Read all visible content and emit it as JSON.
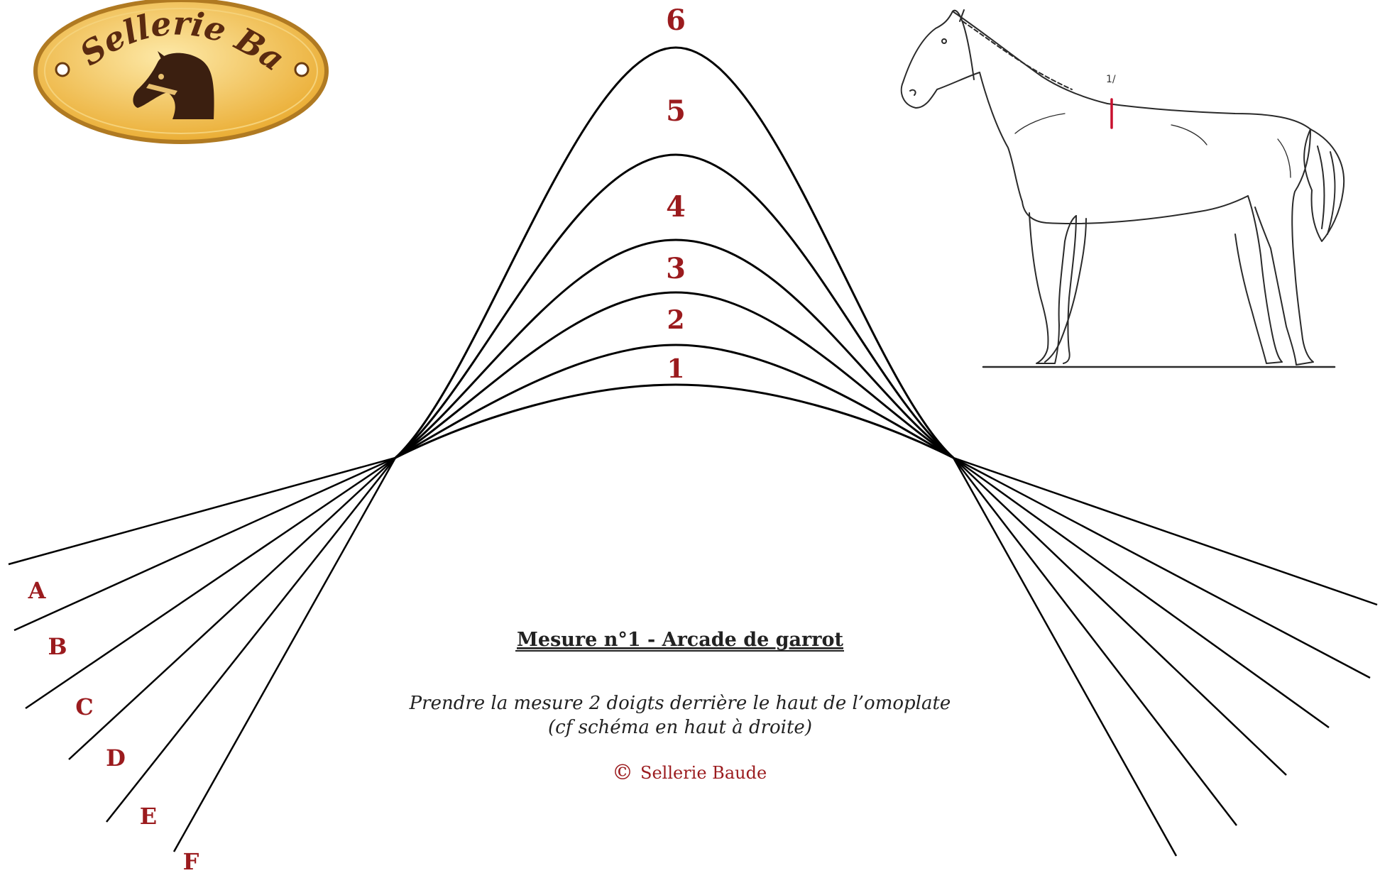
{
  "colors": {
    "label": "#9b1b1e",
    "line": "#000000",
    "text": "#222222",
    "logo_fill_center": "#fde9a8",
    "logo_fill_edge": "#e9a92c",
    "logo_text": "#5a2a10",
    "marker": "#c8102e"
  },
  "logo": {
    "text": "Sellerie Baude",
    "icon": "horse-head-icon"
  },
  "arch_labels": [
    "1",
    "2",
    "3",
    "4",
    "5",
    "6"
  ],
  "side_labels": [
    "A",
    "B",
    "C",
    "D",
    "E",
    "F"
  ],
  "title": "Mesure n°1 - Arcade de garrot",
  "instruction_line1": "Prendre la mesure 2 doigts derrière le haut de l’omoplate",
  "instruction_line2": "(cf schéma en haut à droite)",
  "copyright_symbol": "©",
  "copyright_text": "Sellerie Baude",
  "horse": {
    "icon": "horse-outline-icon",
    "marker_label": "1/"
  }
}
